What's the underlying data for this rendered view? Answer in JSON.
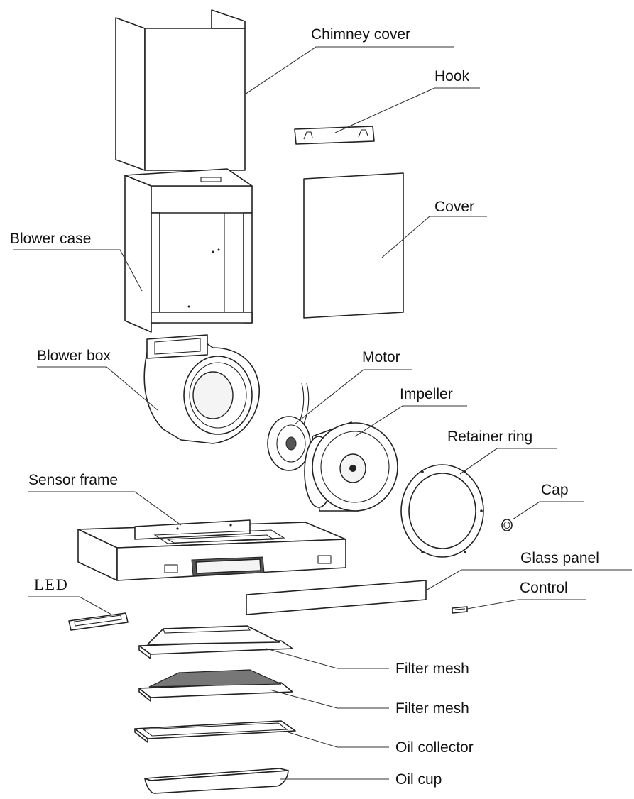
{
  "labels": {
    "chimney_cover": "Chimney cover",
    "hook": "Hook",
    "cover": "Cover",
    "blower_case": "Blower case",
    "blower_box": "Blower box",
    "motor": "Motor",
    "impeller": "Impeller",
    "retainer_ring": "Retainer ring",
    "sensor_frame": "Sensor frame",
    "cap": "Cap",
    "glass_panel": "Glass panel",
    "led": "LED",
    "control": "Control",
    "filter_mesh_1": "Filter mesh",
    "filter_mesh_2": "Filter mesh",
    "oil_collector": "Oil collector",
    "oil_cup": "Oil cup"
  }
}
